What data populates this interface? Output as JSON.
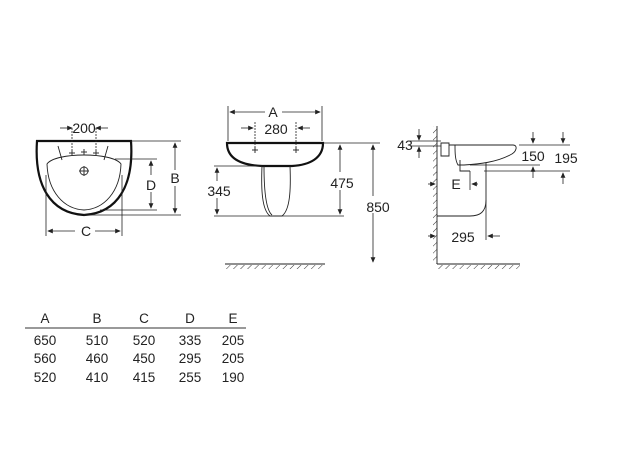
{
  "front_view": {
    "dim_taps": "200",
    "dim_b": "B",
    "dim_d": "D",
    "dim_c": "C"
  },
  "side_view": {
    "dim_a": "A",
    "dim_taps": "280",
    "dim_pedestal": "345",
    "dim_waste": "475",
    "dim_height": "850"
  },
  "profile_view": {
    "dim_rim": "43",
    "dim_150": "150",
    "dim_195": "195",
    "dim_e": "E",
    "dim_295": "295"
  },
  "table": {
    "headers": [
      "A",
      "B",
      "C",
      "D",
      "E"
    ],
    "rows": [
      [
        "650",
        "510",
        "520",
        "335",
        "205"
      ],
      [
        "560",
        "460",
        "450",
        "295",
        "205"
      ],
      [
        "520",
        "410",
        "415",
        "255",
        "190"
      ]
    ]
  }
}
